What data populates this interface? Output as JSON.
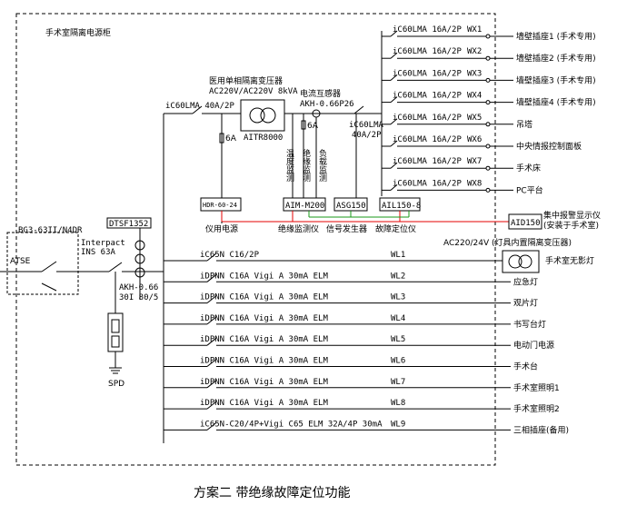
{
  "cabinet_label": "手术室隔离电源柜",
  "caption": "方案二 带绝缘故障定位功能",
  "main_breaker": {
    "model": "BG3-63II/N4DR",
    "ats": "ATSE"
  },
  "interpact": {
    "line1": "Interpact",
    "line2": "INS 63A"
  },
  "dtsf": "DTSF1352",
  "ct_main": {
    "line1": "AKH-0.66",
    "line2": "30I 80/5"
  },
  "spd": "SPD",
  "transformer": {
    "line1": "医用单相隔离变压器",
    "line2": "AC220V/AC220V 8kVA",
    "model": "AITR8000"
  },
  "breaker_left": "iC60LMA 40A/2P",
  "fuse_left": "6A",
  "ct_label": {
    "line1": "电流互感器",
    "line2": "AKH-0.66P26"
  },
  "fuse_ct": "6A",
  "breaker_right": {
    "line1": "iC60LMA",
    "line2": "40A/2P"
  },
  "monitors": [
    {
      "text": "温度监测"
    },
    {
      "text": "绝缘监测"
    },
    {
      "text": "负载监测"
    }
  ],
  "modules": {
    "hdr": "HDR-60-24",
    "aim": "AIM-M200",
    "asg": "ASG150",
    "ail": "AIL150-8",
    "aid": "AID150"
  },
  "bottom_labels": {
    "power": "仪用电源",
    "insulation": "绝缘监测仪",
    "signal": "信号发生器",
    "fault": "故障定位仪"
  },
  "alarm": {
    "line1": "集中报警显示仪",
    "line2": "(安装于手术室)"
  },
  "wx_circuits": [
    {
      "breaker": "iC60LMA 16A/2P",
      "wx": "WX1",
      "load": "墙壁插座1 (手术专用)"
    },
    {
      "breaker": "iC60LMA 16A/2P",
      "wx": "WX2",
      "load": "墙壁插座2 (手术专用)"
    },
    {
      "breaker": "iC60LMA 16A/2P",
      "wx": "WX3",
      "load": "墙壁插座3 (手术专用)"
    },
    {
      "breaker": "iC60LMA 16A/2P",
      "wx": "WX4",
      "load": "墙壁插座4 (手术专用)"
    },
    {
      "breaker": "iC60LMA 16A/2P",
      "wx": "WX5",
      "load": "吊塔"
    },
    {
      "breaker": "iC60LMA 16A/2P",
      "wx": "WX6",
      "load": "中央情报控制面板"
    },
    {
      "breaker": "iC60LMA 16A/2P",
      "wx": "WX7",
      "load": "手术床"
    },
    {
      "breaker": "iC60LMA 16A/2P",
      "wx": "WX8",
      "load": "PC平台"
    }
  ],
  "lamp_transformer": "AC220/24V (灯具内置隔离变压器)",
  "wl_circuits": [
    {
      "breaker": "iC65N C16/2P",
      "wl": "WL1",
      "load": "手术室无影灯"
    },
    {
      "breaker": "iDPNN C16A Vigi A 30mA ELM",
      "wl": "WL2",
      "load": "应急灯"
    },
    {
      "breaker": "iDPNN C16A Vigi A 30mA ELM",
      "wl": "WL3",
      "load": "观片灯"
    },
    {
      "breaker": "iDPNN C16A Vigi A 30mA ELM",
      "wl": "WL4",
      "load": "书写台灯"
    },
    {
      "breaker": "iDPNN C16A Vigi A 30mA ELM",
      "wl": "WL5",
      "load": "电动门电源"
    },
    {
      "breaker": "iDPNN C16A Vigi A 30mA ELM",
      "wl": "WL6",
      "load": "手术台"
    },
    {
      "breaker": "iDPNN C16A Vigi A 30mA ELM",
      "wl": "WL7",
      "load": "手术室照明1"
    },
    {
      "breaker": "iDPNN C16A Vigi A 30mA ELM",
      "wl": "WL8",
      "load": "手术室照明2"
    },
    {
      "breaker": "iC65N-C20/4P+Vigi C65 ELM 32A/4P 30mA",
      "wl": "WL9",
      "load": "三相插座(备用)"
    }
  ]
}
